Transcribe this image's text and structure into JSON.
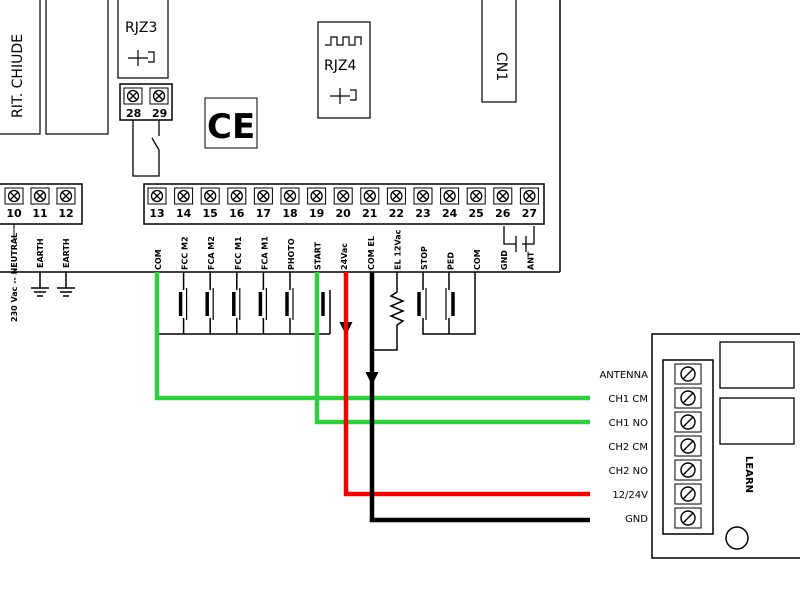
{
  "board": {
    "relay_rjz3": "RJZ3",
    "relay_rjz4": "RJZ4",
    "connector_cn1": "CN1",
    "vertical_text": "RIT. CHIUDE",
    "ce_mark": "CE",
    "power_label": "230 Vac -- NEUTRAL",
    "earth_labels": [
      "EARTH",
      "EARTH"
    ]
  },
  "terminals_left": [
    "10",
    "11",
    "12"
  ],
  "terminals_relay": [
    "28",
    "29"
  ],
  "terminals_main": [
    "13",
    "14",
    "15",
    "16",
    "17",
    "18",
    "19",
    "20",
    "21",
    "22",
    "23",
    "24",
    "25",
    "26",
    "27"
  ],
  "terminal_labels": [
    "COM",
    "FCC M2",
    "FCA M2",
    "FCC M1",
    "FCA M1",
    "PHOTO",
    "START",
    "24Vac",
    "COM EL",
    "EL 12Vac",
    "STOP",
    "PED",
    "COM",
    "GND",
    "ANT"
  ],
  "receiver": {
    "labels": [
      "ANTENNA",
      "CH1 CM",
      "CH1 NO",
      "CH2 CM",
      "CH2 NO",
      "12/24V",
      "GND"
    ],
    "learn_label": "LEARN"
  },
  "wire_colors": {
    "green": "#33cc44",
    "red": "#ee0000",
    "black": "#000000"
  }
}
